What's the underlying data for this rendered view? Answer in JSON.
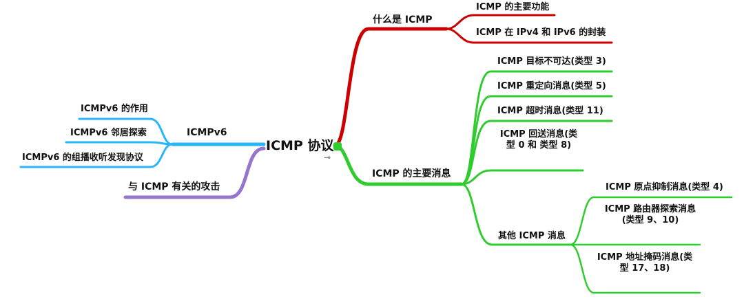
{
  "colors": {
    "red": "#cc0000",
    "green": "#2fcc2f",
    "blue": "#29b6f6",
    "purple": "#9575cd"
  },
  "root": {
    "label": "ICMP 协议",
    "fold_icon": "collapse-icon"
  },
  "red_branch": {
    "label": "什么是 ICMP",
    "children": [
      "ICMP 的主要功能",
      "ICMP 在 IPv4 和 IPv6 的封装"
    ]
  },
  "green_branch": {
    "label": "ICMP 的主要消息",
    "children": [
      "ICMP 目标不可达(类型 3)",
      "ICMP 重定向消息(类型 5)",
      "ICMP 超时消息(类型 11)",
      "ICMP 回送消息(类型 0 和 类型 8)"
    ],
    "other": {
      "label": "其他 ICMP 消息",
      "children": [
        "ICMP 原点抑制消息(类型 4)",
        "ICMP 路由器探索消息(类型 9、10)",
        "ICMP 地址掩码消息(类型 17、18)"
      ]
    }
  },
  "blue_branch": {
    "label": "ICMPv6",
    "children": [
      "ICMPv6 的作用",
      "ICMPv6 邻居探索",
      "ICMPv6 的组播收听发现协议"
    ]
  },
  "purple_branch": {
    "label": "与 ICMP 有关的攻击"
  }
}
